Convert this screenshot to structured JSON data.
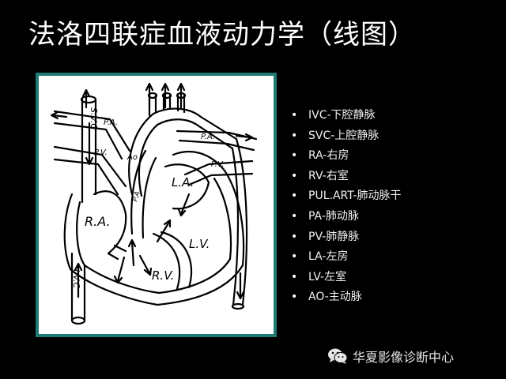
{
  "slide": {
    "title": "法洛四联症血液动力学（线图）",
    "bullets": [
      "IVC-下腔静脉",
      "SVC-上腔静脉",
      "RA-右房",
      "RV-右室",
      "PUL.ART-肺动脉干",
      "PA-肺动脉",
      "PV-肺静脉",
      "LA-左房",
      "LV-左室",
      "AO-主动脉"
    ],
    "bullet_symbol": "•"
  },
  "diagram": {
    "labels": {
      "svc": "S.V.C",
      "ivc": "I.V.C",
      "ra": "R.A.",
      "rv": "R.V.",
      "la": "L.A.",
      "lv": "L.V.",
      "ao": "Ao",
      "pa_left": "P.A.",
      "pa_right": "P.A.",
      "pv_left": "P.V.",
      "pv_right": "P.V.",
      "pulmonary_trunk": "P.A."
    }
  },
  "watermark": {
    "icon": "wechat-icon",
    "text": "华夏影像诊断中心"
  }
}
